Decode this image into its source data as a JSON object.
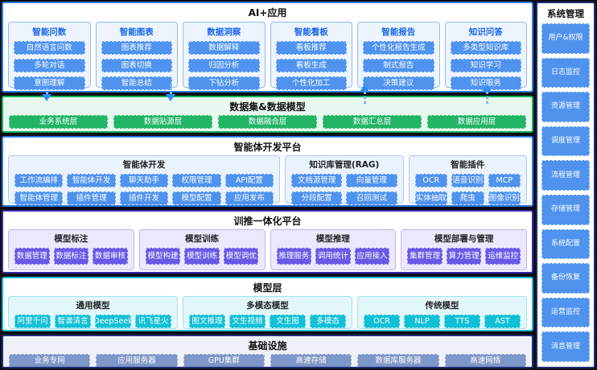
{
  "ai_apps": {
    "title": "AI+应用",
    "columns": [
      {
        "title": "智能问数",
        "items": [
          "自然语言问数",
          "多轮对话",
          "意图理解"
        ]
      },
      {
        "title": "智能图表",
        "items": [
          "图表推荐",
          "图表切换",
          "智能总结"
        ]
      },
      {
        "title": "数据洞察",
        "items": [
          "数据解释",
          "归因分析",
          "下钻分析"
        ]
      },
      {
        "title": "智能看板",
        "items": [
          "看板推荐",
          "看板生成",
          "个性化加工"
        ]
      },
      {
        "title": "智能报告",
        "items": [
          "个性化报告生成",
          "制式报告",
          "决策建议"
        ]
      },
      {
        "title": "知识问答",
        "items": [
          "多类型知识库",
          "知识学习",
          "知识服务"
        ]
      }
    ]
  },
  "data_layer": {
    "title": "数据集&数据模型",
    "items": [
      "业务系统层",
      "数据贴源层",
      "数据融合层",
      "数据汇总层",
      "数据应用层"
    ]
  },
  "agent_platform": {
    "title": "智能体开发平台",
    "groups": [
      {
        "title": "智能体开发",
        "items": [
          "工作流编排",
          "智能体开发",
          "聊天助手",
          "权限管理",
          "API配置",
          "智能体管理",
          "插件管理",
          "插件开发",
          "模型配置",
          "应用发布"
        ]
      },
      {
        "title": "知识库管理(RAG)",
        "items": [
          "文档源管理",
          "向量管理",
          "分段配置",
          "召回测试"
        ]
      },
      {
        "title": "智能插件",
        "items": [
          "OCR",
          "语音识别",
          "MCP",
          "实体抽取",
          "爬虫",
          "图像识别"
        ]
      }
    ]
  },
  "training_platform": {
    "title": "训推一体化平台",
    "groups": [
      {
        "title": "模型标注",
        "items": [
          "数据管理",
          "数据标注",
          "数据审核"
        ]
      },
      {
        "title": "模型训练",
        "items": [
          "模型构建",
          "模型训练",
          "模型调优"
        ]
      },
      {
        "title": "模型推理",
        "items": [
          "推理服务",
          "调用统计",
          "应用接入"
        ]
      },
      {
        "title": "模型部署与管理",
        "items": [
          "集群管理",
          "算力管理",
          "运维监控"
        ]
      }
    ]
  },
  "model_layer": {
    "title": "模型层",
    "groups": [
      {
        "title": "通用模型",
        "items": [
          "阿里千问",
          "智谱清言",
          "DeepSeek",
          "讯飞星火"
        ]
      },
      {
        "title": "多模态模型",
        "items": [
          "图文推理",
          "文生视频",
          "文生图",
          "多模态"
        ]
      },
      {
        "title": "传统模型",
        "items": [
          "OCR",
          "NLP",
          "TTS",
          "AST"
        ]
      }
    ]
  },
  "infrastructure": {
    "title": "基础设施",
    "items": [
      "业务专网",
      "应用服务器",
      "GPU集群",
      "高速存储",
      "数据库服务器",
      "高速网络"
    ]
  },
  "system_management": {
    "title": "系统管理",
    "items": [
      "用户&权限",
      "日志监控",
      "资源管理",
      "调度管理",
      "流程管理",
      "存储管理",
      "系统配置",
      "备份恢复",
      "运营监控",
      "消息管理"
    ]
  },
  "colors": {
    "app_blue": "#4f93ee",
    "layer_green": "#22b565",
    "train_purple": "#695ae6",
    "model_cyan": "#12c0d5",
    "infra_slate": "#7d97c8",
    "border_blue": "#2b7ce9",
    "border_green": "#16b35f",
    "border_purple": "#3a28a8",
    "border_cyan": "#0fb6cf",
    "border_navy": "#1d2e77",
    "arrow_blue": "#2f8df5"
  }
}
